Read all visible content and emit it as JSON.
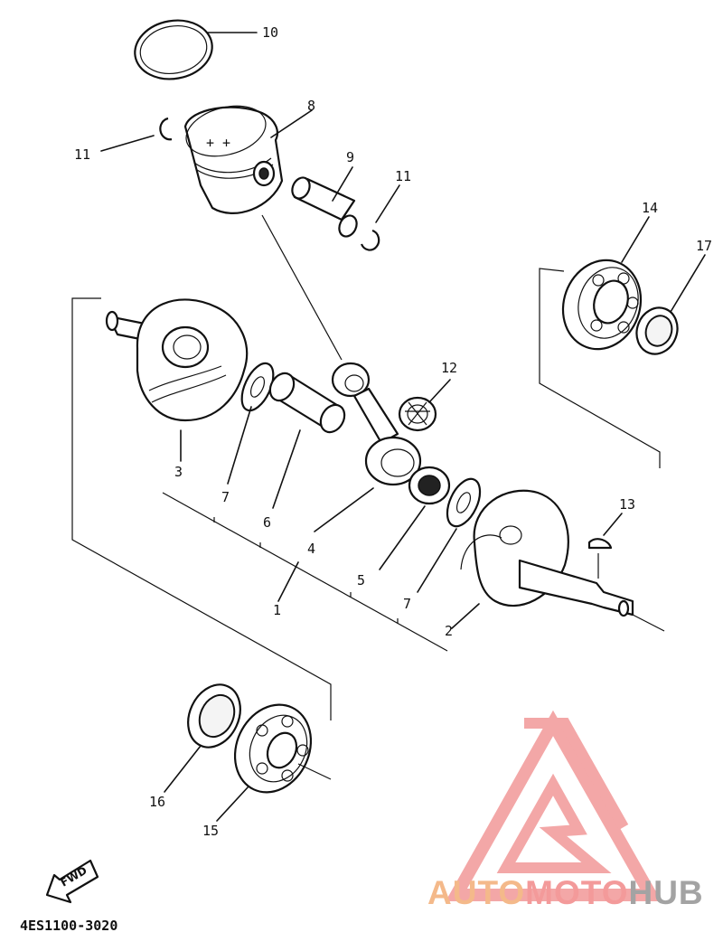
{
  "diagram": {
    "callouts": [
      "10",
      "8",
      "11",
      "9",
      "11",
      "14",
      "17",
      "12",
      "3",
      "7",
      "6",
      "4",
      "5",
      "1",
      "7",
      "13",
      "2",
      "16",
      "15"
    ],
    "direction_label": "FWD",
    "drawing_code": "4ES1100-3020"
  },
  "watermark": {
    "part1": "AUTO",
    "part2": "MOTO",
    "part3": "HUB",
    "colors": {
      "auto": "#f4b98a",
      "moto": "#f39a9a",
      "hub": "#a3a3a3",
      "triangle": "#f08a8a"
    }
  }
}
